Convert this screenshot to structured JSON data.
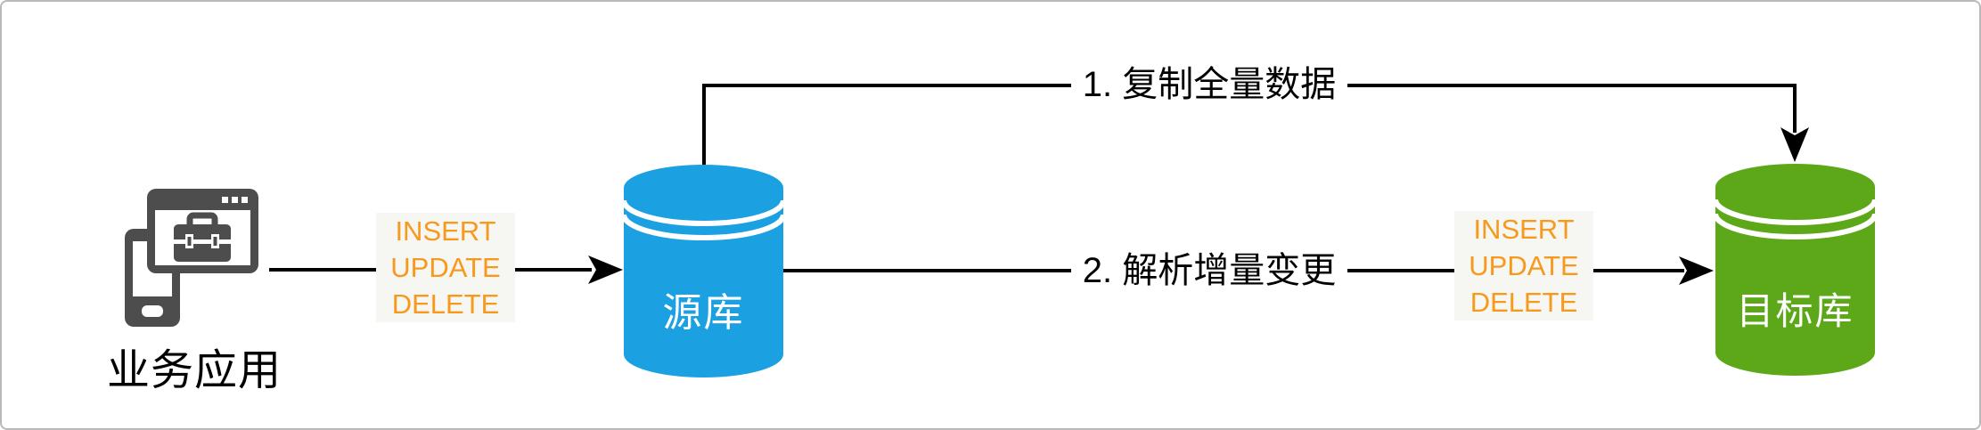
{
  "diagram": {
    "title_hint": "database-replication-flow",
    "app": {
      "label": "业务应用"
    },
    "source_db": {
      "label": "源库",
      "color": "#1BA1E2"
    },
    "target_db": {
      "label": "目标库",
      "color": "#5DA819"
    },
    "flows": {
      "full_copy_label": "1. 复制全量数据",
      "incremental_label": "2. 解析增量变更",
      "app_to_source_ops": [
        "INSERT",
        "UPDATE",
        "DELETE"
      ],
      "source_to_target_ops": [
        "INSERT",
        "UPDATE",
        "DELETE"
      ]
    },
    "colors": {
      "operations_text": "#F7991D",
      "connector": "#000000",
      "icon_gray": "#4D4D4D",
      "border": "#B9B9B9"
    }
  }
}
